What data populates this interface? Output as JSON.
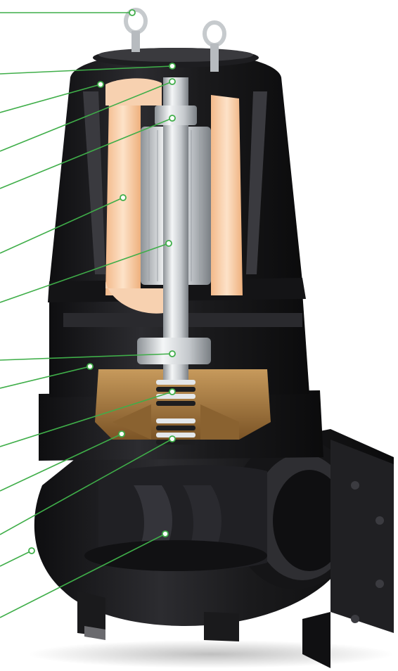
{
  "image": {
    "subject": "submersible-sewage-pump-cutaway",
    "callout_count": 13
  },
  "colors": {
    "callout_line": "#3fae49",
    "callout_dot_fill": "#ffffff",
    "cast_iron": "#1c1c1e",
    "cast_iron_highlight": "#3a3a3e",
    "stator_copper": "#f6c9a0",
    "rotor_steel": "#d9dde1",
    "bronze_chamber": "#a9793f",
    "spring_steel": "#cfd3d6",
    "background": "#ffffff"
  },
  "parts": [
    "lifting-eye-bolts",
    "top-cover",
    "motor-housing",
    "upper-bearing",
    "shaft",
    "stator-winding",
    "rotor",
    "lower-bearing",
    "bearing-bracket",
    "mechanical-seal-upper",
    "oil-chamber",
    "mechanical-seal-lower",
    "volute-casing",
    "impeller"
  ]
}
